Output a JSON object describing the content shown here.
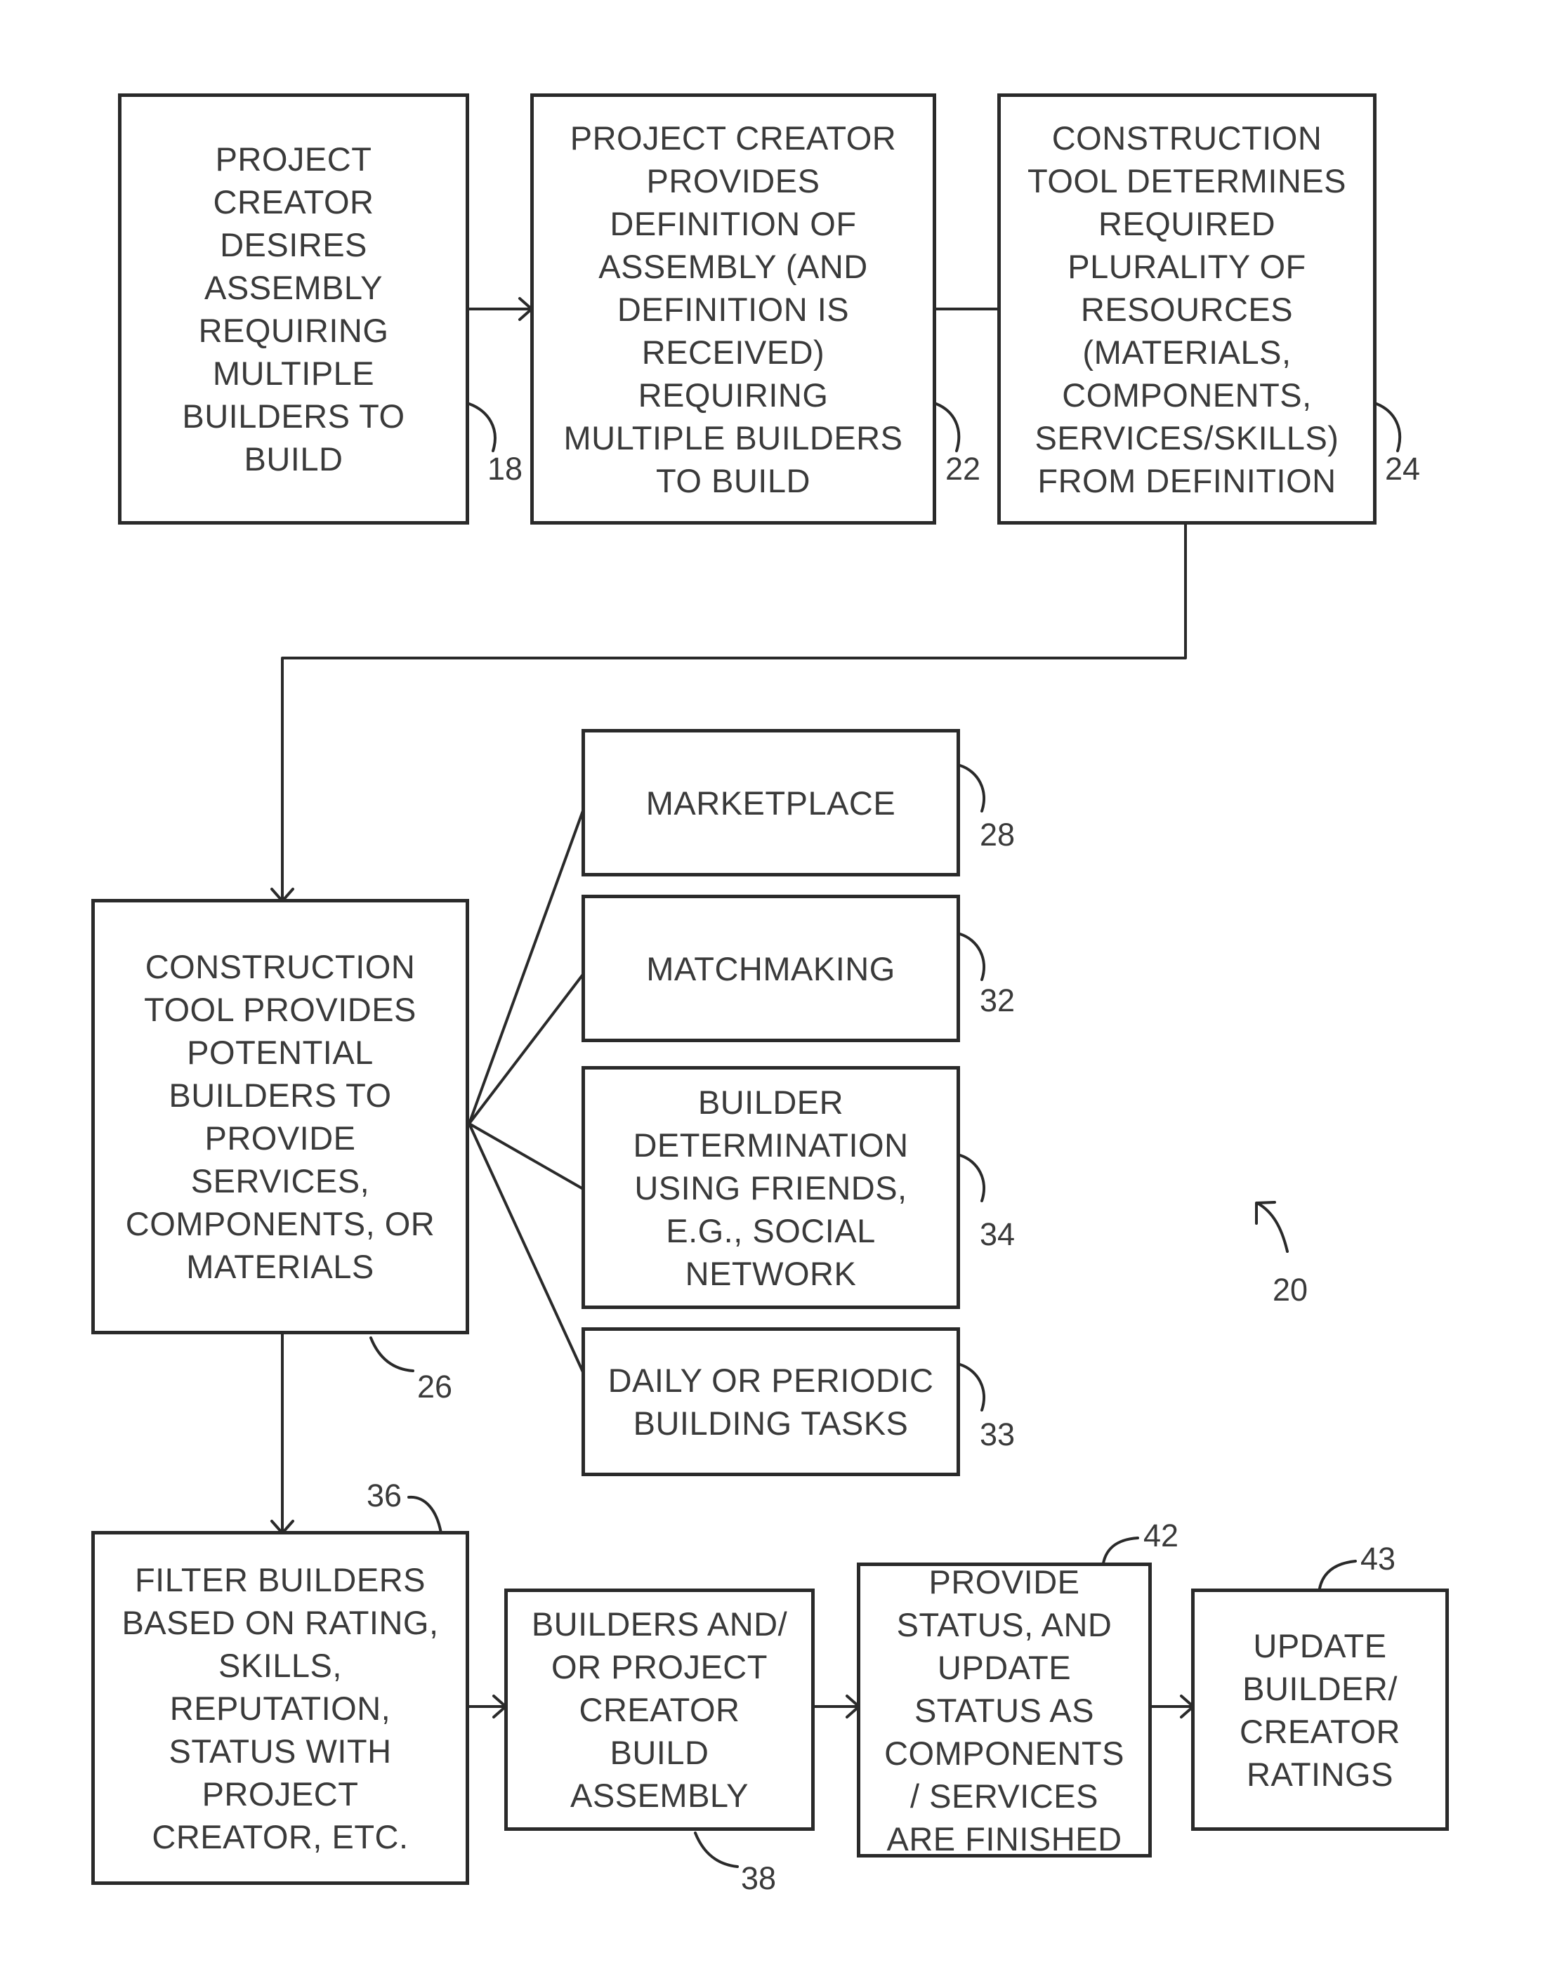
{
  "diagram": {
    "figure_ref": "20",
    "nodes": [
      {
        "id": "18",
        "text": "PROJECT\nCREATOR\nDESIRES\nASSEMBLY\nREQUIRING\nMULTIPLE\nBUILDERS TO\nBUILD",
        "ref": "18"
      },
      {
        "id": "22",
        "text": "PROJECT CREATOR\nPROVIDES\nDEFINITION OF\nASSEMBLY (AND\nDEFINITION IS\nRECEIVED)\nREQUIRING\nMULTIPLE BUILDERS\nTO BUILD",
        "ref": "22"
      },
      {
        "id": "24",
        "text": "CONSTRUCTION\nTOOL DETERMINES\nREQUIRED\nPLURALITY OF\nRESOURCES\n(MATERIALS,\nCOMPONENTS,\nSERVICES/SKILLS)\nFROM DEFINITION",
        "ref": "24"
      },
      {
        "id": "26",
        "text": "CONSTRUCTION\nTOOL PROVIDES\nPOTENTIAL\nBUILDERS TO\nPROVIDE\nSERVICES,\nCOMPONENTS, OR\nMATERIALS",
        "ref": "26"
      },
      {
        "id": "28",
        "text": "MARKETPLACE",
        "ref": "28"
      },
      {
        "id": "32",
        "text": "MATCHMAKING",
        "ref": "32"
      },
      {
        "id": "34",
        "text": "BUILDER\nDETERMINATION\nUSING FRIENDS,\nE.G., SOCIAL\nNETWORK",
        "ref": "34"
      },
      {
        "id": "33",
        "text": "DAILY OR PERIODIC\nBUILDING TASKS",
        "ref": "33"
      },
      {
        "id": "36",
        "text": "FILTER BUILDERS\nBASED ON RATING,\nSKILLS,\nREPUTATION,\nSTATUS WITH\nPROJECT\nCREATOR, ETC.",
        "ref": "36"
      },
      {
        "id": "38",
        "text": "BUILDERS AND/\nOR PROJECT\nCREATOR\nBUILD\nASSEMBLY",
        "ref": "38"
      },
      {
        "id": "42",
        "text": "PROVIDE\nSTATUS, AND\nUPDATE\nSTATUS AS\nCOMPONENTS\n/ SERVICES\nARE FINISHED",
        "ref": "42"
      },
      {
        "id": "43",
        "text": "UPDATE\nBUILDER/\nCREATOR\nRATINGS",
        "ref": "43"
      }
    ],
    "edges": [
      {
        "from": "18",
        "to": "22",
        "type": "arrow"
      },
      {
        "from": "22",
        "to": "24",
        "type": "arrow"
      },
      {
        "from": "24",
        "to": "26",
        "type": "arrow"
      },
      {
        "from": "26",
        "to": "28",
        "type": "line"
      },
      {
        "from": "26",
        "to": "32",
        "type": "line"
      },
      {
        "from": "26",
        "to": "34",
        "type": "line"
      },
      {
        "from": "26",
        "to": "33",
        "type": "line"
      },
      {
        "from": "26",
        "to": "36",
        "type": "arrow"
      },
      {
        "from": "36",
        "to": "38",
        "type": "arrow"
      },
      {
        "from": "38",
        "to": "42",
        "type": "arrow"
      },
      {
        "from": "42",
        "to": "43",
        "type": "arrow"
      }
    ]
  }
}
